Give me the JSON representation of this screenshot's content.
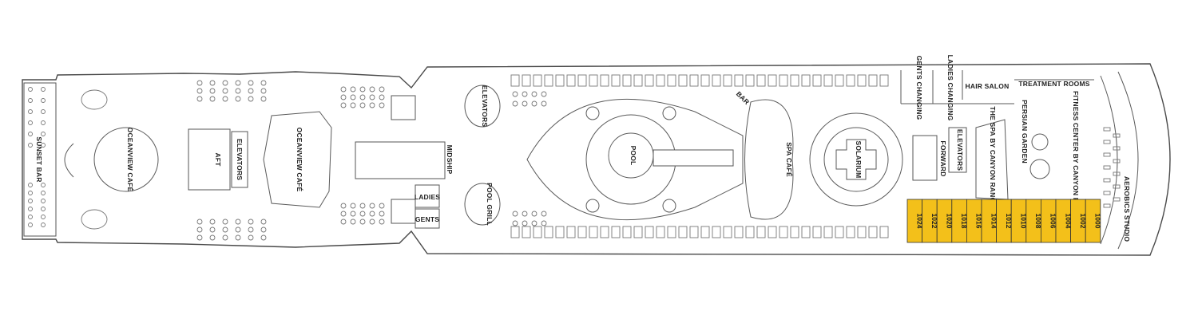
{
  "deck_map": {
    "highlight_color": "#f3c01a",
    "outline_color": "#4a4a4a",
    "labels": {
      "sunset_bar": "SUNSET BAR",
      "oceanview_cafe_aft": "OCEANVIEW CAFÉ",
      "aft": "AFT",
      "elevators_aft": "ELEVATORS",
      "oceanview_cafe_mid": "OCEANVIEW CAFÉ",
      "midship": "MIDSHIP",
      "elevators_mid": "ELEVATORS",
      "pool_grill": "POOL GRILL",
      "ladies": "LADIES",
      "gents": "GENTS",
      "pool": "POOL",
      "bar": "BAR",
      "spa_cafe": "SPA CAFÉ",
      "solarium": "SOLARIUM",
      "gents_changing": "GENTS CHANGING",
      "ladies_changing": "LADIES CHANGING",
      "hair_salon": "HAIR SALON",
      "treatment_rooms": "TREATMENT ROOMS",
      "elevators_forward": "ELEVATORS",
      "forward": "FORWARD",
      "spa_by_canyon_ranch": "THE SPA BY CANYON RANCH®",
      "persian_garden": "PERSIAN GARDEN",
      "fitness_center": "FITNESS CENTER BY CANYON RANCH®",
      "aerobics_studio": "AEROBICS STUDIO"
    },
    "cabins": [
      "1024",
      "1022",
      "1020",
      "1018",
      "1016",
      "1014",
      "1012",
      "1010",
      "1008",
      "1006",
      "1004",
      "1002",
      "1000"
    ]
  }
}
